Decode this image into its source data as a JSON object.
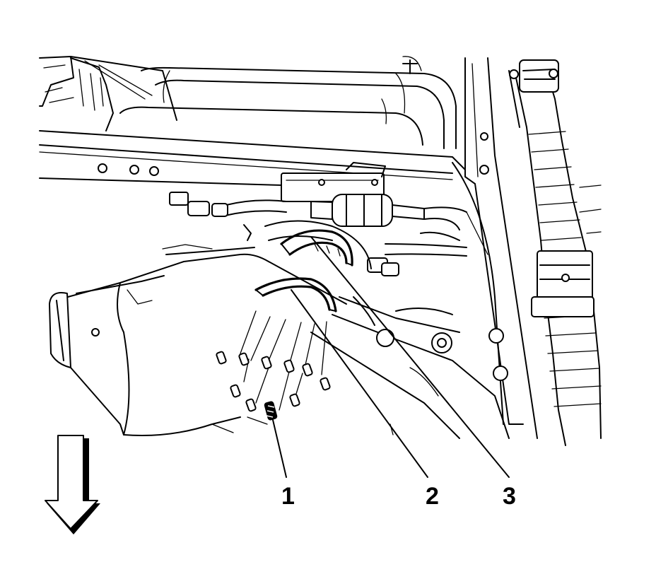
{
  "callouts": [
    {
      "id": "1",
      "label": "1"
    },
    {
      "id": "2",
      "label": "2"
    },
    {
      "id": "3",
      "label": "3"
    }
  ],
  "icons": {
    "direction_arrow": "down-arrow-icon"
  },
  "colors": {
    "ink": "#000000",
    "paper": "#ffffff"
  }
}
